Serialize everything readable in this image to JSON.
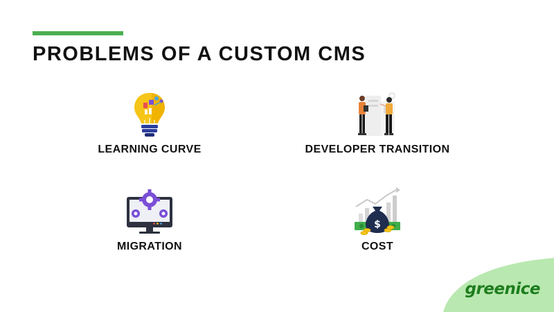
{
  "slide": {
    "title": "PROBLEMS OF A CUSTOM CMS",
    "accent_color": "#4caf50"
  },
  "items": [
    {
      "label": "LEARNING CURVE",
      "icon": "lightbulb-icon"
    },
    {
      "label": "DEVELOPER TRANSITION",
      "icon": "developers-icon"
    },
    {
      "label": "MIGRATION",
      "icon": "monitor-gears-icon"
    },
    {
      "label": "COST",
      "icon": "money-bag-icon"
    }
  ],
  "brand": {
    "name": "greenice",
    "color": "#1e7d1e",
    "blob_color": "#b9e8b0"
  }
}
